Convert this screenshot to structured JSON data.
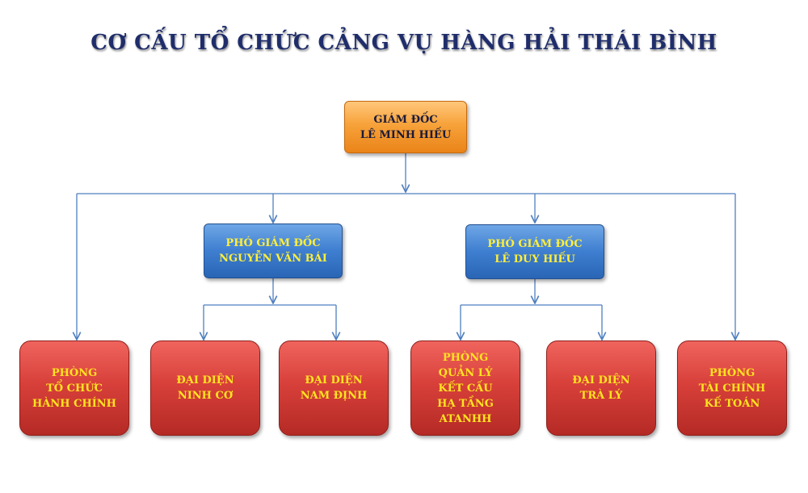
{
  "title": "CƠ CẤU TỔ CHỨC CẢNG VỤ HÀNG HẢI THÁI BÌNH",
  "director": {
    "lines": [
      "GIÁM ĐỐC",
      "LÊ MINH HIẾU"
    ]
  },
  "deputies": [
    {
      "lines": [
        "PHÓ GIÁM ĐỐC",
        "NGUYỄN VĂN BÁI"
      ]
    },
    {
      "lines": [
        "PHÓ GIÁM ĐỐC",
        "LÊ DUY HIẾU"
      ]
    }
  ],
  "departments": [
    {
      "lines": [
        "PHÒNG",
        "TỔ CHỨC",
        "HÀNH CHÍNH"
      ]
    },
    {
      "lines": [
        "ĐẠI DIỆN",
        "NINH CƠ"
      ]
    },
    {
      "lines": [
        "ĐẠI DIỆN",
        "NAM ĐỊNH"
      ]
    },
    {
      "lines": [
        "PHÒNG",
        "QUẢN LÝ",
        "KẾT CẤU",
        "HẠ TẦNG",
        "ATANHH"
      ]
    },
    {
      "lines": [
        "ĐẠI DIỆN",
        "TRÀ LÝ"
      ]
    },
    {
      "lines": [
        "PHÒNG",
        "TÀI CHÍNH",
        "KẾ TOÁN"
      ]
    }
  ],
  "colors": {
    "title": "#1f2d6b",
    "director_fill": "#f7a23a",
    "deputy_fill": "#3e7ed0",
    "department_fill": "#d8403a",
    "box_text_yellow": "#ffef3a",
    "connector": "#4f7fc0"
  }
}
